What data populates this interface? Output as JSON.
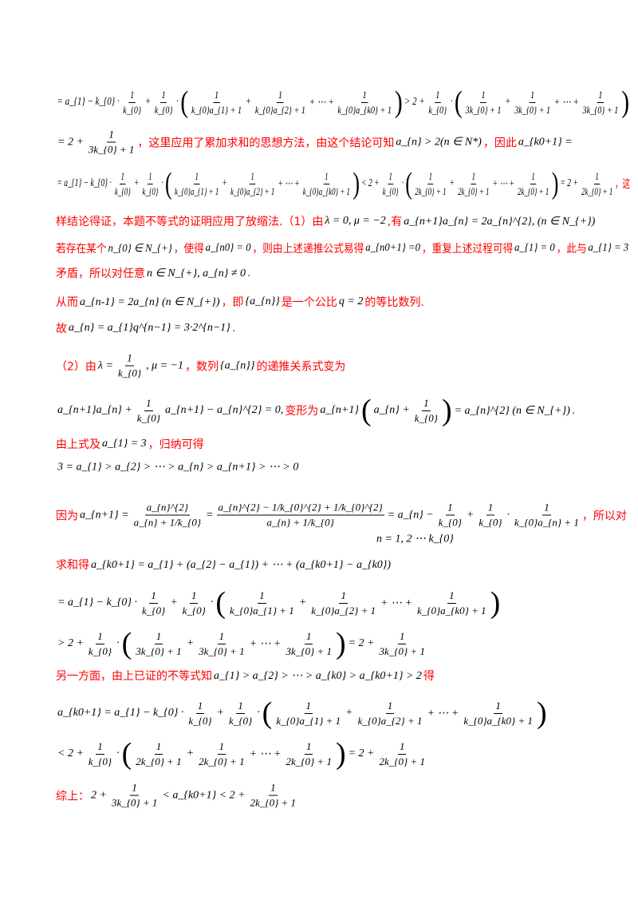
{
  "lines": [
    {
      "segs": [
        {
          "m": "= a_{1} − k_{0} ·"
        },
        {
          "f": [
            "1",
            "k_{0}"
          ]
        },
        {
          "m": "+"
        },
        {
          "f": [
            "1",
            "k_{0}"
          ]
        },
        {
          "m": "·"
        },
        {
          "p": "("
        },
        {
          "f": [
            "1",
            "k_{0}a_{1} + 1"
          ]
        },
        {
          "m": "+"
        },
        {
          "f": [
            "1",
            "k_{0}a_{2} + 1"
          ]
        },
        {
          "m": "+ ⋯ +"
        },
        {
          "f": [
            "1",
            "k_{0}a_{k0} + 1"
          ]
        },
        {
          "p": ")"
        },
        {
          "m": "> 2 +"
        },
        {
          "f": [
            "1",
            "k_{0}"
          ]
        },
        {
          "m": "·"
        },
        {
          "p": "("
        },
        {
          "f": [
            "1",
            "3k_{0} + 1"
          ]
        },
        {
          "m": "+"
        },
        {
          "f": [
            "1",
            "3k_{0} + 1"
          ]
        },
        {
          "m": "+ ⋯ +"
        },
        {
          "f": [
            "1",
            "3k_{0} + 1"
          ]
        },
        {
          "p": ")"
        }
      ]
    },
    {
      "segs": [
        {
          "m": "= 2 +"
        },
        {
          "f": [
            "1",
            "3k_{0} + 1"
          ]
        },
        {
          "r": "，这里应用了累加求和的思想方法，由这个结论可知"
        },
        {
          "m": "a_{n} > 2(n ∈ N*)"
        },
        {
          "r": "，因此"
        },
        {
          "m": "a_{k0+1} ="
        }
      ]
    },
    {
      "segs": [
        {
          "m": "= a_{1} − k_{0} ·"
        },
        {
          "f": [
            "1",
            "k_{0}"
          ]
        },
        {
          "m": "+"
        },
        {
          "f": [
            "1",
            "k_{0}"
          ]
        },
        {
          "m": "·"
        },
        {
          "p": "("
        },
        {
          "f": [
            "1",
            "k_{0}a_{1} + 1"
          ]
        },
        {
          "m": "+"
        },
        {
          "f": [
            "1",
            "k_{0}a_{2} + 1"
          ]
        },
        {
          "m": "+ ⋯ +"
        },
        {
          "f": [
            "1",
            "k_{0}a_{k0} + 1"
          ]
        },
        {
          "p": ")"
        },
        {
          "m": "< 2 +"
        },
        {
          "f": [
            "1",
            "k_{0}"
          ]
        },
        {
          "m": "·"
        },
        {
          "p": "("
        },
        {
          "f": [
            "1",
            "2k_{0} + 1"
          ]
        },
        {
          "m": "+"
        },
        {
          "f": [
            "1",
            "2k_{0} + 1"
          ]
        },
        {
          "m": "+ ⋯ +"
        },
        {
          "f": [
            "1",
            "2k_{0} + 1"
          ]
        },
        {
          "p": ")"
        },
        {
          "m": "= 2 +"
        },
        {
          "f": [
            "1",
            "2k_{0} + 1"
          ]
        },
        {
          "r": "，这"
        }
      ]
    },
    {
      "segs": [
        {
          "r": "样结论得证，本题不等式的证明应用了放缩法.（1）由"
        },
        {
          "m": "λ = 0,  μ = −2"
        },
        {
          "r": ",有"
        },
        {
          "m": "a_{n+1}a_{n} = 2a_{n}^{2}, (n ∈ N_{+})"
        }
      ]
    },
    {
      "segs": [
        {
          "r": "若存在某个"
        },
        {
          "m": "n_{0} ∈ N_{+}"
        },
        {
          "r": "，使得"
        },
        {
          "m": "a_{n0} = 0"
        },
        {
          "r": "，则由上述递推公式易得"
        },
        {
          "m": "a_{n0+1} =0"
        },
        {
          "r": "，重复上述过程可得"
        },
        {
          "m": "a_{1} = 0"
        },
        {
          "r": "，此与"
        },
        {
          "m": "a_{1} = 3"
        }
      ]
    },
    {
      "segs": [
        {
          "r": "矛盾，所以对任意"
        },
        {
          "m": "n ∈ N_{+}, a_{n} ≠ 0"
        },
        {
          "r": "."
        }
      ]
    },
    {
      "segs": [
        {
          "r": "从而"
        },
        {
          "m": "a_{n-1} = 2a_{n} (n ∈ N_{+})"
        },
        {
          "r": "，即"
        },
        {
          "m": "{a_{n}}"
        },
        {
          "r": "是一个公比"
        },
        {
          "m": "q = 2"
        },
        {
          "r": "的等比数列."
        }
      ]
    },
    {
      "segs": [
        {
          "r": "故"
        },
        {
          "m": "a_{n} = a_{1}q^{n−1} = 3·2^{n−1}"
        },
        {
          "r": "."
        }
      ]
    },
    {
      "segs": [
        {
          "r": "（2）由"
        },
        {
          "m": "λ ="
        },
        {
          "f": [
            "1",
            "k_{0}"
          ]
        },
        {
          "m": ",  μ = −1"
        },
        {
          "r": "，数列"
        },
        {
          "m": "{a_{n}}"
        },
        {
          "r": "的递推关系式变为"
        }
      ]
    },
    {
      "segs": [
        {
          "m": "a_{n+1}a_{n} +"
        },
        {
          "f": [
            "1",
            "k_{0}"
          ]
        },
        {
          "m": "a_{n+1} − a_{n}^{2} = 0,"
        },
        {
          "r": "变形为"
        },
        {
          "m": "a_{n+1}"
        },
        {
          "p": "("
        },
        {
          "m": "a_{n} +"
        },
        {
          "f": [
            "1",
            "k_{0}"
          ]
        },
        {
          "p": ")"
        },
        {
          "m": "= a_{n}^{2}  (n ∈ N_{+})"
        },
        {
          "r": "."
        }
      ]
    },
    {
      "segs": [
        {
          "r": "由上式及"
        },
        {
          "m": "a_{1} = 3"
        },
        {
          "r": "，归纳可得"
        }
      ]
    },
    {
      "segs": [
        {
          "m": "3 = a_{1} > a_{2} > ⋯ > a_{n} > a_{n+1} > ⋯ > 0"
        }
      ]
    },
    {
      "segs": [
        {
          "r": "因为"
        },
        {
          "m": "a_{n+1} ="
        },
        {
          "f": [
            "a_{n}^{2}",
            "a_{n} + 1/k_{0}"
          ]
        },
        {
          "m": "="
        },
        {
          "f": [
            "a_{n}^{2} − 1/k_{0}^{2} + 1/k_{0}^{2}",
            "a_{n} + 1/k_{0}"
          ]
        },
        {
          "m": "= a_{n} −"
        },
        {
          "f": [
            "1",
            "k_{0}"
          ]
        },
        {
          "m": "+"
        },
        {
          "f": [
            "1",
            "k_{0}"
          ]
        },
        {
          "m": "·"
        },
        {
          "f": [
            "1",
            "k_{0}a_{n} + 1"
          ]
        },
        {
          "r": "，所以对"
        }
      ]
    },
    {
      "segs": [
        {
          "m": "n = 1, 2 ⋯ k_{0}"
        }
      ]
    },
    {
      "segs": [
        {
          "r": "求和得"
        },
        {
          "m": "a_{k0+1} = a_{1} + (a_{2} − a_{1}) + ⋯ + (a_{k0+1} − a_{k0})"
        }
      ]
    },
    {
      "segs": [
        {
          "m": "= a_{1} − k_{0} ·"
        },
        {
          "f": [
            "1",
            "k_{0}"
          ]
        },
        {
          "m": "+"
        },
        {
          "f": [
            "1",
            "k_{0}"
          ]
        },
        {
          "m": "·"
        },
        {
          "p": "("
        },
        {
          "f": [
            "1",
            "k_{0}a_{1} + 1"
          ]
        },
        {
          "m": "+"
        },
        {
          "f": [
            "1",
            "k_{0}a_{2} + 1"
          ]
        },
        {
          "m": "+ ⋯ +"
        },
        {
          "f": [
            "1",
            "k_{0}a_{k0} + 1"
          ]
        },
        {
          "p": ")"
        }
      ]
    },
    {
      "segs": [
        {
          "m": "> 2 +"
        },
        {
          "f": [
            "1",
            "k_{0}"
          ]
        },
        {
          "m": "·"
        },
        {
          "p": "("
        },
        {
          "f": [
            "1",
            "3k_{0} + 1"
          ]
        },
        {
          "m": "+"
        },
        {
          "f": [
            "1",
            "3k_{0} + 1"
          ]
        },
        {
          "m": "+ ⋯ +"
        },
        {
          "f": [
            "1",
            "3k_{0} + 1"
          ]
        },
        {
          "p": ")"
        },
        {
          "m": "= 2 +"
        },
        {
          "f": [
            "1",
            "3k_{0} + 1"
          ]
        }
      ]
    },
    {
      "segs": [
        {
          "r": "另一方面，由上已证的不等式知"
        },
        {
          "m": "a_{1} > a_{2} > ⋯ > a_{k0} > a_{k0+1} > 2"
        },
        {
          "r": "得"
        }
      ]
    },
    {
      "segs": [
        {
          "m": "a_{k0+1} = a_{1} − k_{0} ·"
        },
        {
          "f": [
            "1",
            "k_{0}"
          ]
        },
        {
          "m": "+"
        },
        {
          "f": [
            "1",
            "k_{0}"
          ]
        },
        {
          "m": "·"
        },
        {
          "p": "("
        },
        {
          "f": [
            "1",
            "k_{0}a_{1} + 1"
          ]
        },
        {
          "m": "+"
        },
        {
          "f": [
            "1",
            "k_{0}a_{2} + 1"
          ]
        },
        {
          "m": "+ ⋯ +"
        },
        {
          "f": [
            "1",
            "k_{0}a_{k0} + 1"
          ]
        },
        {
          "p": ")"
        }
      ]
    },
    {
      "segs": [
        {
          "m": "< 2 +"
        },
        {
          "f": [
            "1",
            "k_{0}"
          ]
        },
        {
          "m": "·"
        },
        {
          "p": "("
        },
        {
          "f": [
            "1",
            "2k_{0} + 1"
          ]
        },
        {
          "m": "+"
        },
        {
          "f": [
            "1",
            "2k_{0} + 1"
          ]
        },
        {
          "m": "+ ⋯ +"
        },
        {
          "f": [
            "1",
            "2k_{0} + 1"
          ]
        },
        {
          "p": ")"
        },
        {
          "m": "= 2 +"
        },
        {
          "f": [
            "1",
            "2k_{0} + 1"
          ]
        }
      ]
    },
    {
      "segs": [
        {
          "r": "综上："
        },
        {
          "m": "2 +"
        },
        {
          "f": [
            "1",
            "3k_{0} + 1"
          ]
        },
        {
          "m": "< a_{k0+1} < 2 +"
        },
        {
          "f": [
            "1",
            "2k_{0} + 1"
          ]
        }
      ]
    }
  ]
}
